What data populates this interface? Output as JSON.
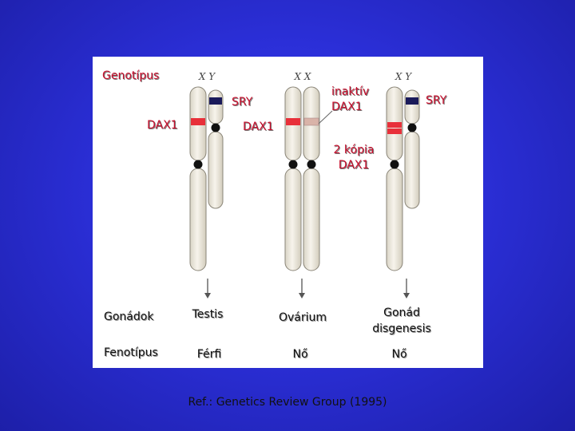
{
  "labels": {
    "genotipus": "Genotípus",
    "sry_left": "SRY",
    "dax1_left": "DAX1",
    "dax1_mid": "DAX1",
    "inaktiv_line1": "inaktív",
    "inaktiv_line2": "DAX1",
    "sry_right": "SRY",
    "kopia_line1": "2 kópia",
    "kopia_line2": "DAX1",
    "gonadok": "Gonádok",
    "fenotipus": "Fenotípus"
  },
  "columns": [
    {
      "xy": "X  Y",
      "gonad": "Testis",
      "gonad_line2": "",
      "phenotype": "Férfi"
    },
    {
      "xy": "X  X",
      "gonad": "Ovárium",
      "gonad_line2": "",
      "phenotype": "Nő"
    },
    {
      "xy": "X  Y",
      "gonad": "Gonád",
      "gonad_line2": "disgenesis",
      "phenotype": "Nő"
    }
  ],
  "reference": "Ref.: Genetics Review Group (1995)",
  "colors": {
    "background": "#2b2fd8",
    "label_red": "#c8102e",
    "dax1_band": "#e8303a",
    "sry_band": "#1a1a5a",
    "chromosome_fill": "#f1ede2",
    "centromere": "#111111"
  }
}
